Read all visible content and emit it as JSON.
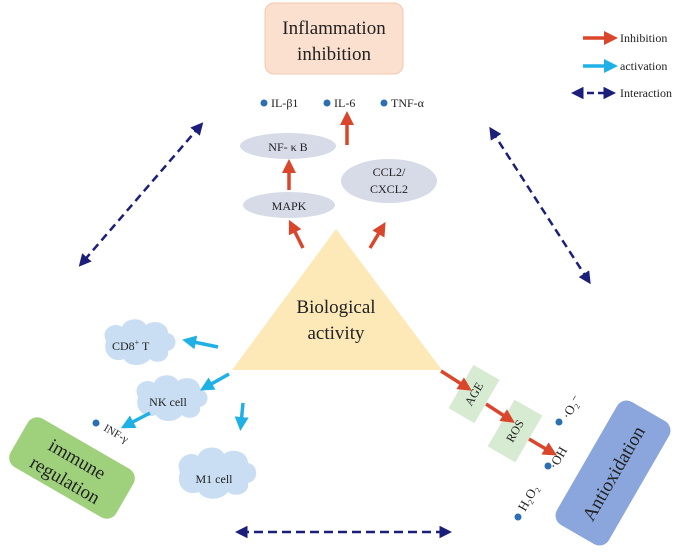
{
  "legend": {
    "inhibition": {
      "label": "Inhibition",
      "color": "#d9462b"
    },
    "activation": {
      "label": "activation",
      "color": "#1fb1e6"
    },
    "interaction": {
      "label": "Interaction",
      "color": "#1b1f7a"
    }
  },
  "center": {
    "line1": "Biological",
    "line2": "activity",
    "color": "#fde9b8"
  },
  "inflammation": {
    "title_line1": "Inflammation",
    "title_line2": "inhibition",
    "color": "#fbe0cf",
    "cytokines": [
      "IL-β1",
      "IL-6",
      "TNF-α"
    ],
    "nfkb": "NF- κ B",
    "mapk": "MAPK",
    "ccl2_line1": "CCL2/",
    "ccl2_line2": "CXCL2",
    "node_color": "#d7dbe8"
  },
  "immune": {
    "title_line1": "immune",
    "title_line2": "regulation",
    "color": "#9fd07c",
    "cd8_base": "CD8",
    "cd8_sup": "+",
    "cd8_tail": " T",
    "nk_cell": "NK cell",
    "m1_cell": "M1  cell",
    "inf_gamma": "INF-γ",
    "cloud_color": "#c9def3"
  },
  "antioxidation": {
    "title": "Antioxidation",
    "color": "#8aa6dc",
    "age": "AGE",
    "ros": "ROS",
    "species_color": "#d6ebd1",
    "oh": "·OH",
    "o2": "·O₂⁻",
    "h2o2": "H₂O₂"
  }
}
